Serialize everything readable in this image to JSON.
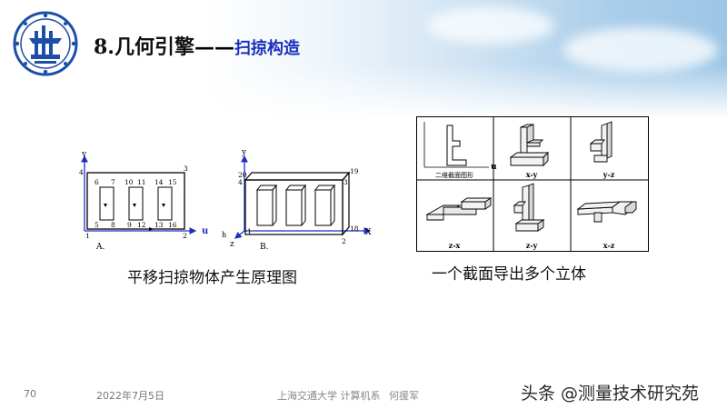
{
  "header": {
    "title_main": "8.几何引擎",
    "title_dash": "——",
    "title_sub": "扫掠构造"
  },
  "left_figure": {
    "caption": "平移扫掠物体产生原理图",
    "diagram_a": {
      "label": "A.",
      "axis_v": "v",
      "axis_u": "u",
      "corner_labels": [
        "1",
        "2",
        "3",
        "4"
      ],
      "point_labels": [
        "5",
        "6",
        "7",
        "8",
        "9",
        "10",
        "11",
        "12",
        "13",
        "14",
        "15",
        "16"
      ]
    },
    "diagram_b": {
      "label": "B.",
      "axis_y": "y",
      "axis_x": "X",
      "axis_z": "z",
      "axis_h": "h",
      "point_labels": [
        "1",
        "2",
        "3",
        "4",
        "18",
        "19",
        "20"
      ]
    }
  },
  "right_figure": {
    "caption": "一个截面导出多个立体",
    "cells": [
      {
        "label": "二维截面图形",
        "axis_u": "u"
      },
      {
        "label": "x-y"
      },
      {
        "label": "y-z"
      },
      {
        "label": "z-x"
      },
      {
        "label": "z-y"
      },
      {
        "label": "x-z"
      }
    ]
  },
  "footer": {
    "page_number": "70",
    "date": "2022年7月5日",
    "org": "上海交通大学 计算机系",
    "author": "何援军",
    "watermark": "头条 @测量技术研究苑"
  }
}
